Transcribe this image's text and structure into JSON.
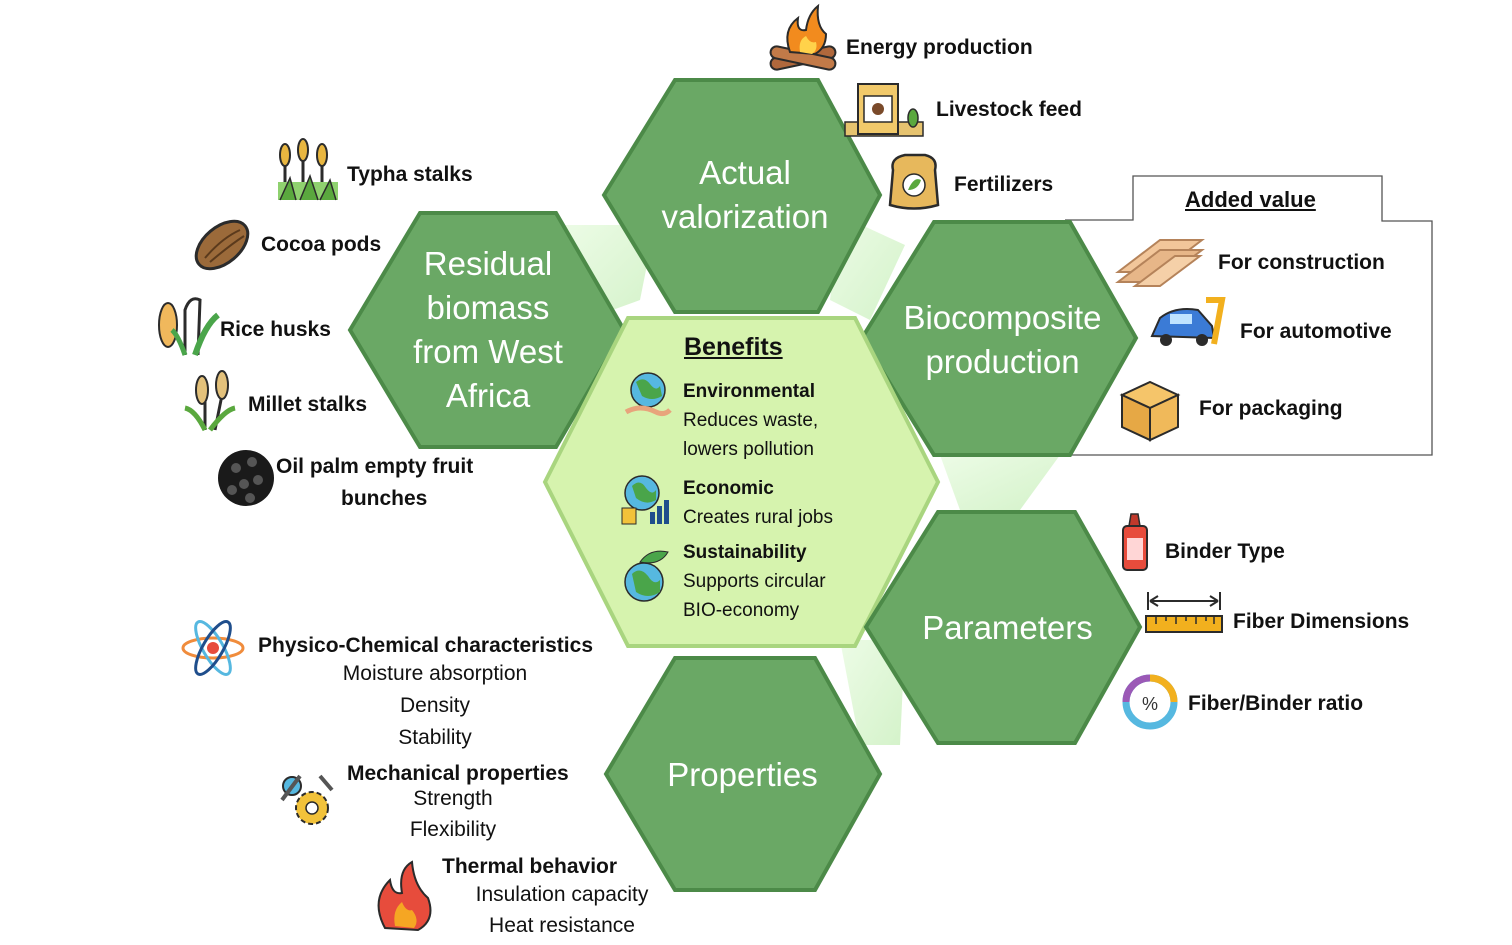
{
  "hexagons": {
    "residual": "Residual biomass from West Africa",
    "actual": "Actual valorization",
    "biocomposite": "Biocomposite production",
    "parameters": "Parameters",
    "properties": "Properties"
  },
  "residual_items": [
    "Typha stalks",
    "Cocoa pods",
    "Rice husks",
    "Millet stalks",
    "Oil palm empty fruit",
    "bunches"
  ],
  "valorization_items": [
    "Energy production",
    "Livestock feed",
    "Fertilizers"
  ],
  "added_value": {
    "title": "Added value",
    "items": [
      "For construction",
      "For automotive",
      "For packaging"
    ]
  },
  "benefits": {
    "title": "Benefits",
    "items": [
      {
        "head": "Environmental",
        "line1": "Reduces waste,",
        "line2": "lowers pollution"
      },
      {
        "head": "Economic",
        "line1": "Creates rural jobs",
        "line2": ""
      },
      {
        "head": "Sustainability",
        "line1": "Supports circular",
        "line2": "BIO-economy"
      }
    ]
  },
  "parameters_items": [
    "Binder Type",
    "Fiber Dimensions",
    "Fiber/Binder ratio"
  ],
  "properties": {
    "physico": {
      "head": "Physico-Chemical characteristics",
      "lines": [
        "Moisture absorption",
        "Density",
        "Stability"
      ]
    },
    "mechanical": {
      "head": "Mechanical properties",
      "lines": [
        "Strength",
        "Flexibility"
      ]
    },
    "thermal": {
      "head": "Thermal behavior",
      "lines": [
        "Insulation capacity",
        "Heat resistance"
      ]
    }
  },
  "colors": {
    "hex_fill": "#6aa865",
    "hex_edge": "#4c8a48",
    "center_fill": "#d6f3ae",
    "center_edge": "#a9d57f",
    "glow": "#dcf7cf"
  },
  "icons": [
    "wheat-reed-icon",
    "cocoa-pod-icon",
    "rice-icon",
    "millet-icon",
    "palm-bunch-icon",
    "campfire-icon",
    "feed-bag-icon",
    "fertilizer-sack-icon",
    "wood-planks-icon",
    "car-wrench-icon",
    "box-icon",
    "glue-bottle-icon",
    "ruler-icon",
    "percent-donut-icon",
    "atom-icon",
    "gears-icon",
    "flame-icon",
    "earth-hand-icon",
    "earth-coins-icon",
    "earth-leaf-icon"
  ]
}
